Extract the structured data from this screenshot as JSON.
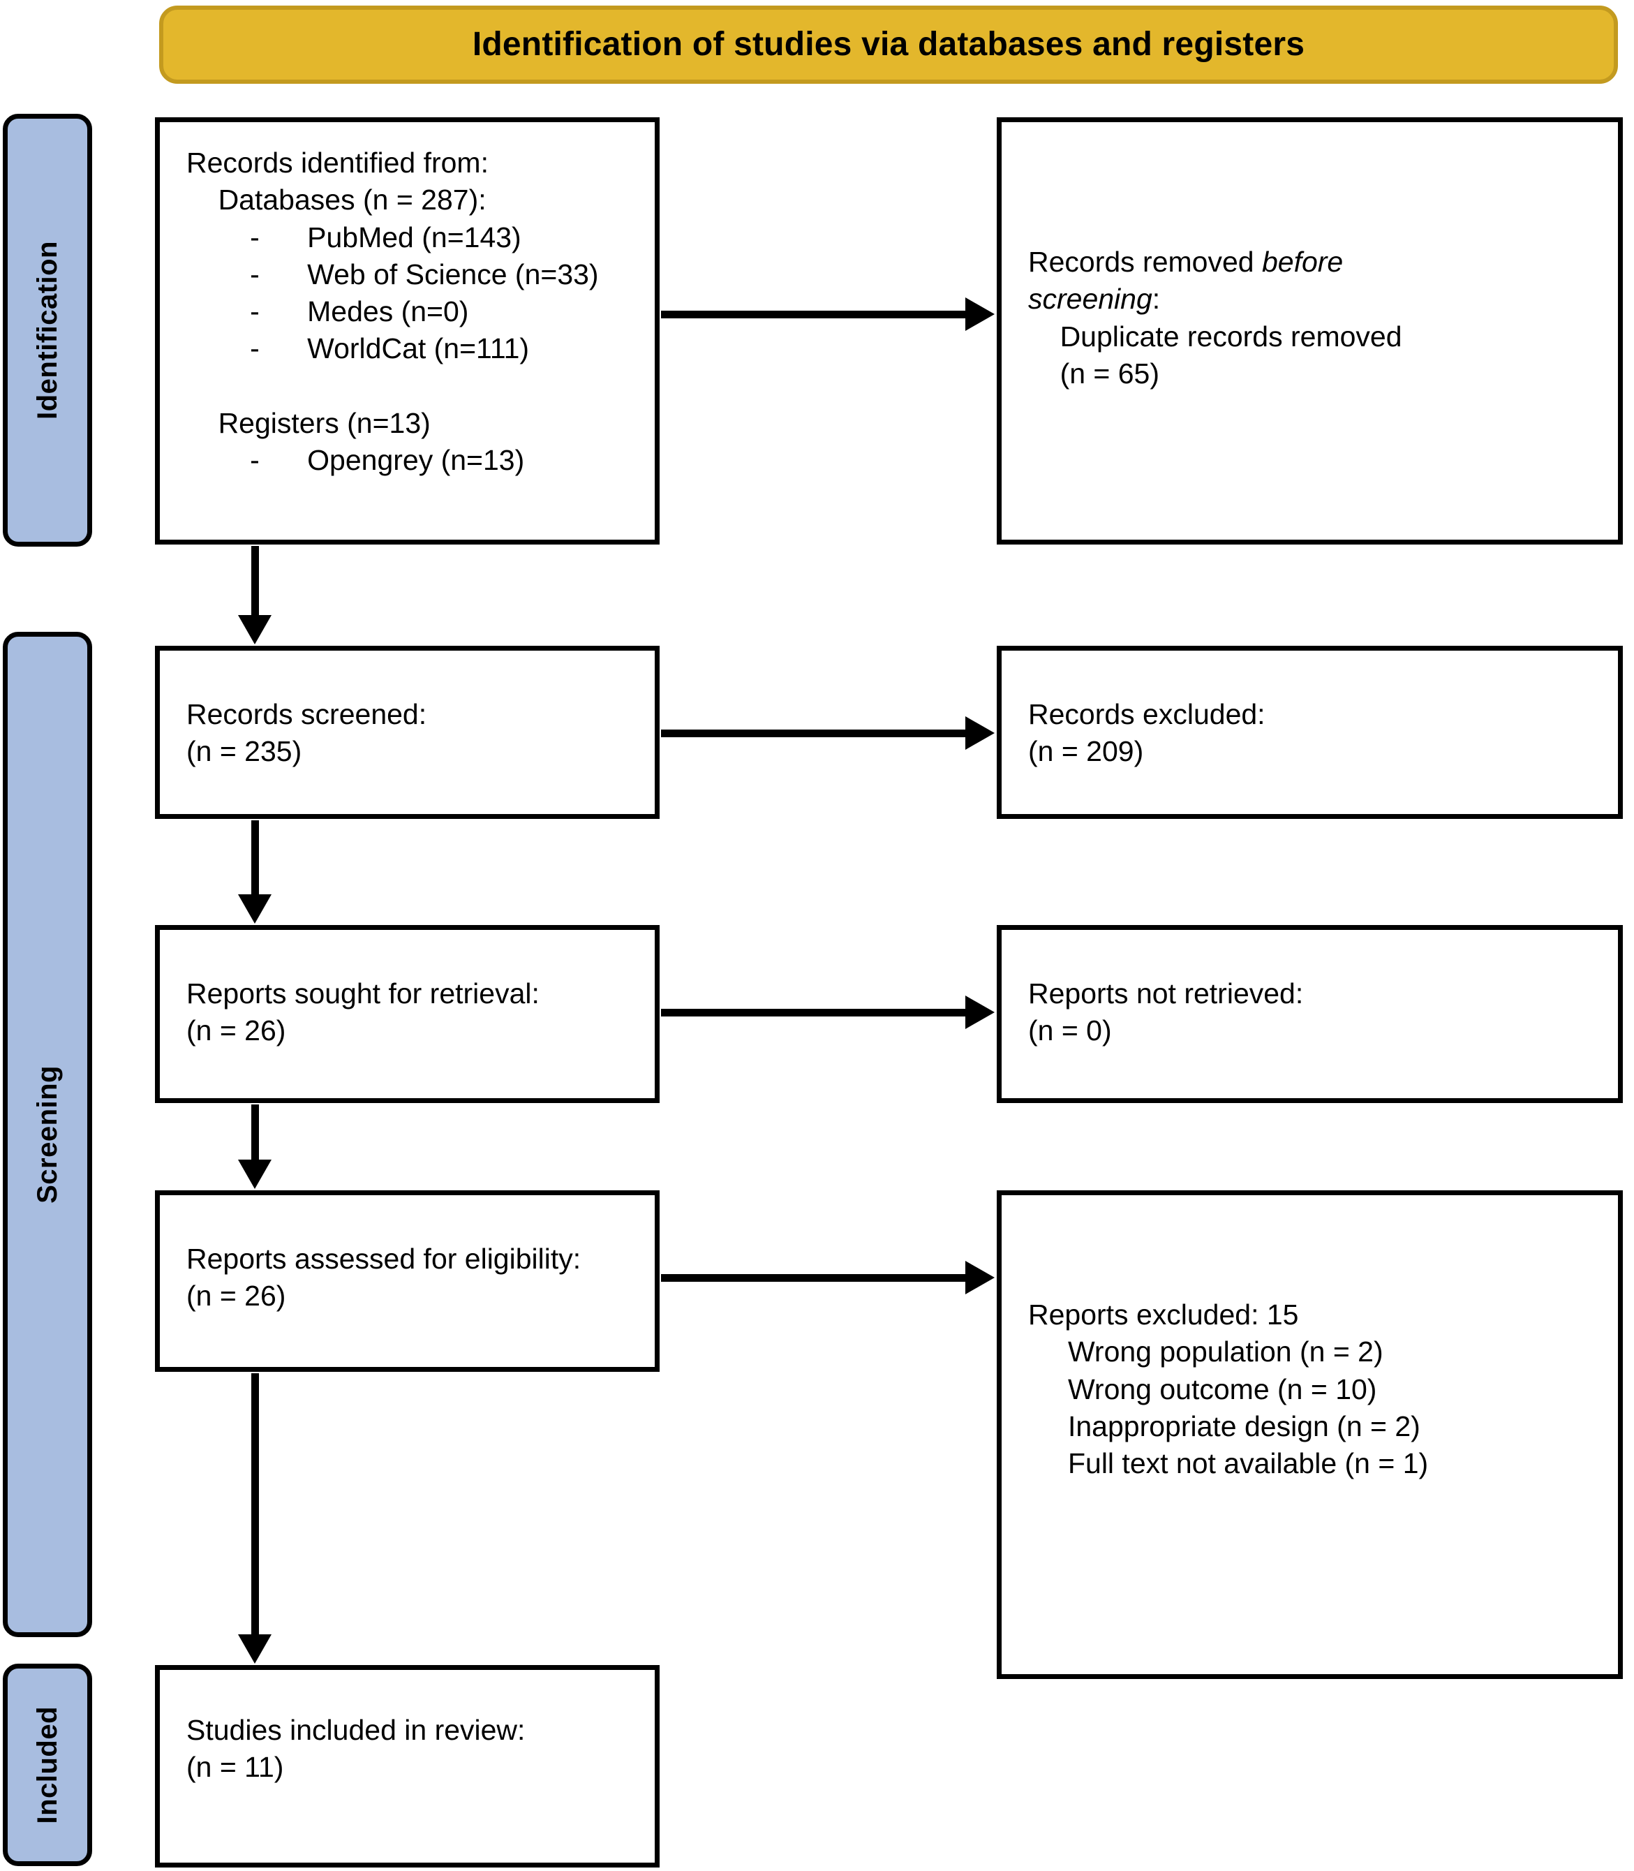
{
  "header": {
    "title": "Identification of studies via databases and registers",
    "bg_color": "#E3B72C",
    "border_color": "#C39A1F"
  },
  "stage_labels": {
    "identification": "Identification",
    "screening": "Screening",
    "included": "Included",
    "bg_color": "#A8BDE0"
  },
  "boxes": {
    "identified": {
      "text": "Records identified from:\n    Databases (n = 287):\n        -      PubMed (n=143)\n        -      Web of Science (n=33)\n        -      Medes (n=0)\n        -      WorldCat (n=111)\n\n    Registers (n=13)\n        -      Opengrey (n=13)"
    },
    "removed": {
      "line1_pre": "Records removed ",
      "line1_italic": "before",
      "line2_italic": "screening",
      "line2_post": ":",
      "rest": "\n    Duplicate records removed\n    (n = 65)"
    },
    "screened": {
      "text": "Records screened:\n(n = 235)"
    },
    "excluded_records": {
      "text": "Records excluded:\n(n = 209)"
    },
    "sought": {
      "text": "Reports sought for retrieval:\n(n = 26)"
    },
    "not_retrieved": {
      "text": "Reports not retrieved:\n(n = 0)"
    },
    "assessed": {
      "text": "Reports assessed for eligibility:\n(n = 26)"
    },
    "reports_excluded": {
      "text": "Reports excluded: 15\n     Wrong population (n = 2)\n     Wrong outcome (n = 10)\n     Inappropriate design (n = 2)\n     Full text not available (n = 1)"
    },
    "included": {
      "text": "Studies included in review:\n(n = 11)"
    }
  },
  "flow_data": {
    "type": "prisma-flow",
    "databases_total": 287,
    "databases": [
      {
        "name": "PubMed",
        "n": 143
      },
      {
        "name": "Web of Science",
        "n": 33
      },
      {
        "name": "Medes",
        "n": 0
      },
      {
        "name": "WorldCat",
        "n": 111
      }
    ],
    "registers_total": 13,
    "registers": [
      {
        "name": "Opengrey",
        "n": 13
      }
    ],
    "duplicates_removed": 65,
    "records_screened": 235,
    "records_excluded": 209,
    "reports_sought": 26,
    "reports_not_retrieved": 0,
    "reports_assessed": 26,
    "reports_excluded_total": 15,
    "reports_excluded_reasons": [
      {
        "reason": "Wrong population",
        "n": 2
      },
      {
        "reason": "Wrong outcome",
        "n": 10
      },
      {
        "reason": "Inappropriate design",
        "n": 2
      },
      {
        "reason": "Full text not available",
        "n": 1
      }
    ],
    "studies_included": 11
  }
}
